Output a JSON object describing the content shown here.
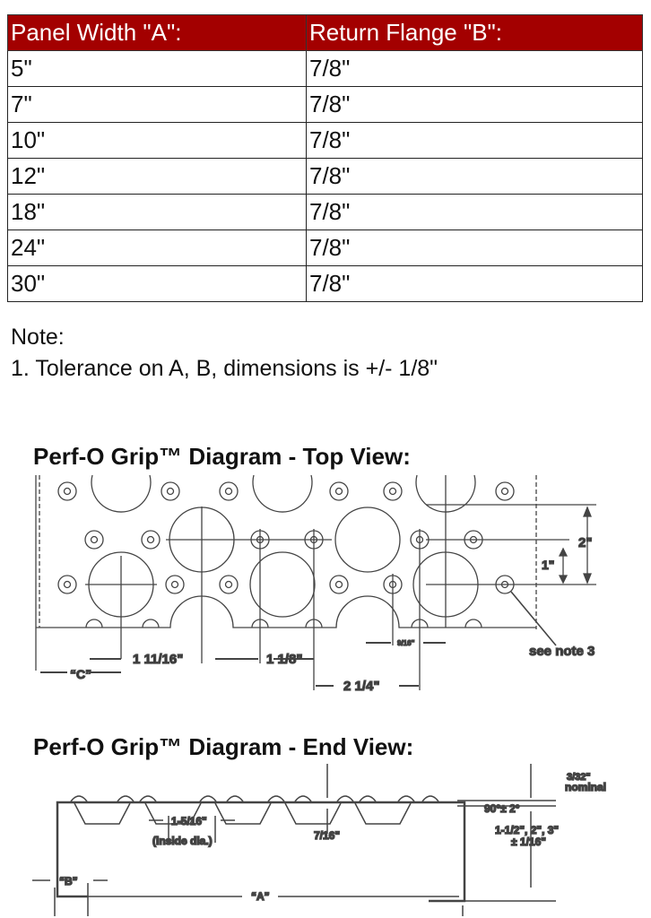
{
  "table": {
    "headers": [
      "Panel Width \"A\":",
      "Return Flange \"B\":"
    ],
    "rows": [
      [
        "5\"",
        "7/8\""
      ],
      [
        "7\"",
        "7/8\""
      ],
      [
        "10\"",
        "7/8\""
      ],
      [
        "12\"",
        "7/8\""
      ],
      [
        "18\"",
        "7/8\""
      ],
      [
        "24\"",
        "7/8\""
      ],
      [
        "30\"",
        "7/8\""
      ]
    ]
  },
  "notes": {
    "heading": "Note:",
    "items": [
      "1. Tolerance on A, B, dimensions is +/- 1/8\""
    ]
  },
  "top_view": {
    "title": "Perf-O Grip™ Diagram - Top View:",
    "labels": {
      "c": "“C”",
      "d1": "1 11/16\"",
      "d2": "1 1/8\"",
      "d3": "2 1/4\"",
      "d4": "9/16\"",
      "d5": "2\"",
      "d6": "1\"",
      "note": "see note 3"
    }
  },
  "end_view": {
    "title": "Perf-O Grip™ Diagram - End View:",
    "labels": {
      "thickness": "3/32\"",
      "nominal": "nominal",
      "angle": "90°± 2°",
      "height": "1-1/2\", 2\", 3\"",
      "height_tol": "± 1/16\"",
      "depth": "7/16\"",
      "dia": "1-5/16\"",
      "dia_note": "(inside dia.)",
      "b": "“B”",
      "a": "“A”"
    }
  }
}
